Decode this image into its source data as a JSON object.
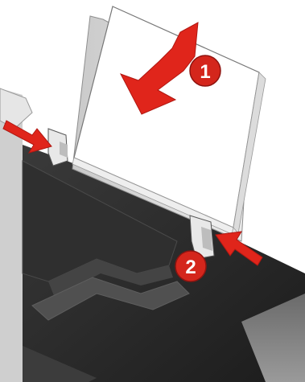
{
  "illustration": {
    "kind": "printer-paper-loading",
    "colors": {
      "printer_body": "#2a2a2a",
      "printer_top": "#3a3a3a",
      "paper": "#ffffff",
      "paper_support": "#d9d9d9",
      "arrow_red": "#e0251b",
      "badge_red": "#d4261c",
      "badge_text": "#ffffff"
    },
    "callouts": [
      {
        "number": "1",
        "label": "load-paper-arrow"
      },
      {
        "number": "2",
        "label": "right-guide-arrow"
      }
    ]
  }
}
